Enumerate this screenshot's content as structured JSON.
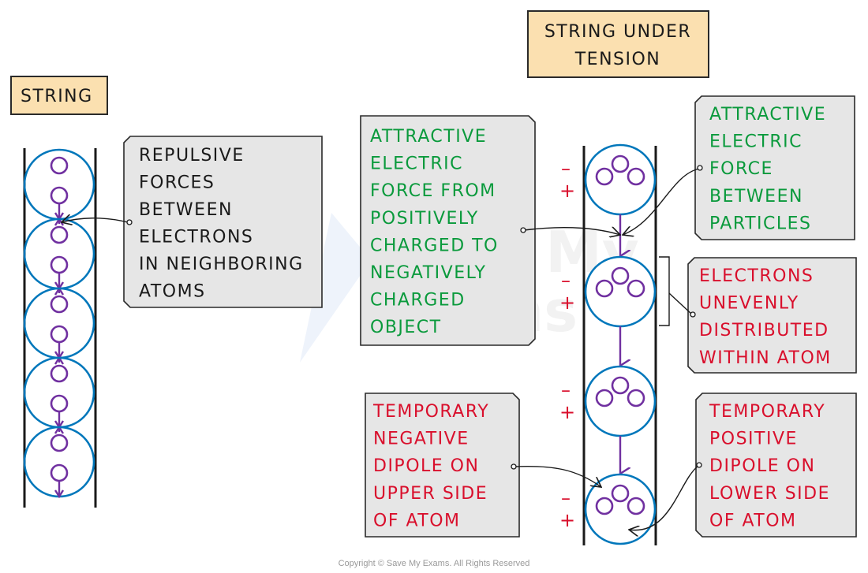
{
  "watermark": {
    "line1": "Save My",
    "line2": "Exams"
  },
  "left_panel": {
    "title": "STRING",
    "note": {
      "color": "#1a1a1a",
      "lines": [
        "REPULSIVE",
        "FORCES",
        "BETWEEN",
        "ELECTRONS",
        "IN NEIGHBORING",
        "ATOMS"
      ]
    },
    "atom_count": 5
  },
  "right_panel": {
    "title_lines": [
      "STRING UNDER",
      "TENSION"
    ],
    "atom_count": 4,
    "charge_signs": {
      "negative": "–",
      "positive": "+"
    },
    "notes": {
      "attractive_from_positive": {
        "color": "#0a9a3c",
        "lines": [
          "ATTRACTIVE",
          "ELECTRIC",
          "FORCE FROM",
          "POSITIVELY",
          "CHARGED TO",
          "NEGATIVELY",
          "CHARGED",
          "OBJECT"
        ]
      },
      "attractive_between_particles": {
        "color": "#0a9a3c",
        "lines": [
          "ATTRACTIVE",
          "ELECTRIC",
          "FORCE",
          "BETWEEN",
          "PARTICLES"
        ]
      },
      "uneven_electrons": {
        "color": "#d90f2c",
        "lines": [
          "ELECTRONS",
          "UNEVENLY",
          "DISTRIBUTED",
          "WITHIN ATOM"
        ]
      },
      "temporary_negative": {
        "color": "#d90f2c",
        "lines": [
          "TEMPORARY",
          "NEGATIVE",
          "DIPOLE ON",
          "UPPER SIDE",
          "OF ATOM"
        ]
      },
      "temporary_positive": {
        "color": "#d90f2c",
        "lines": [
          "TEMPORARY",
          "POSITIVE",
          "DIPOLE ON",
          "LOWER SIDE",
          "OF ATOM"
        ]
      }
    }
  },
  "colors": {
    "title_fill": "#fbe0b0",
    "note_fill": "#e6e6e6",
    "atom": "#0077bb",
    "electron": "#7030a0",
    "charge": "#d90f2c"
  },
  "copyright": "Copyright © Save My Exams. All Rights Reserved"
}
